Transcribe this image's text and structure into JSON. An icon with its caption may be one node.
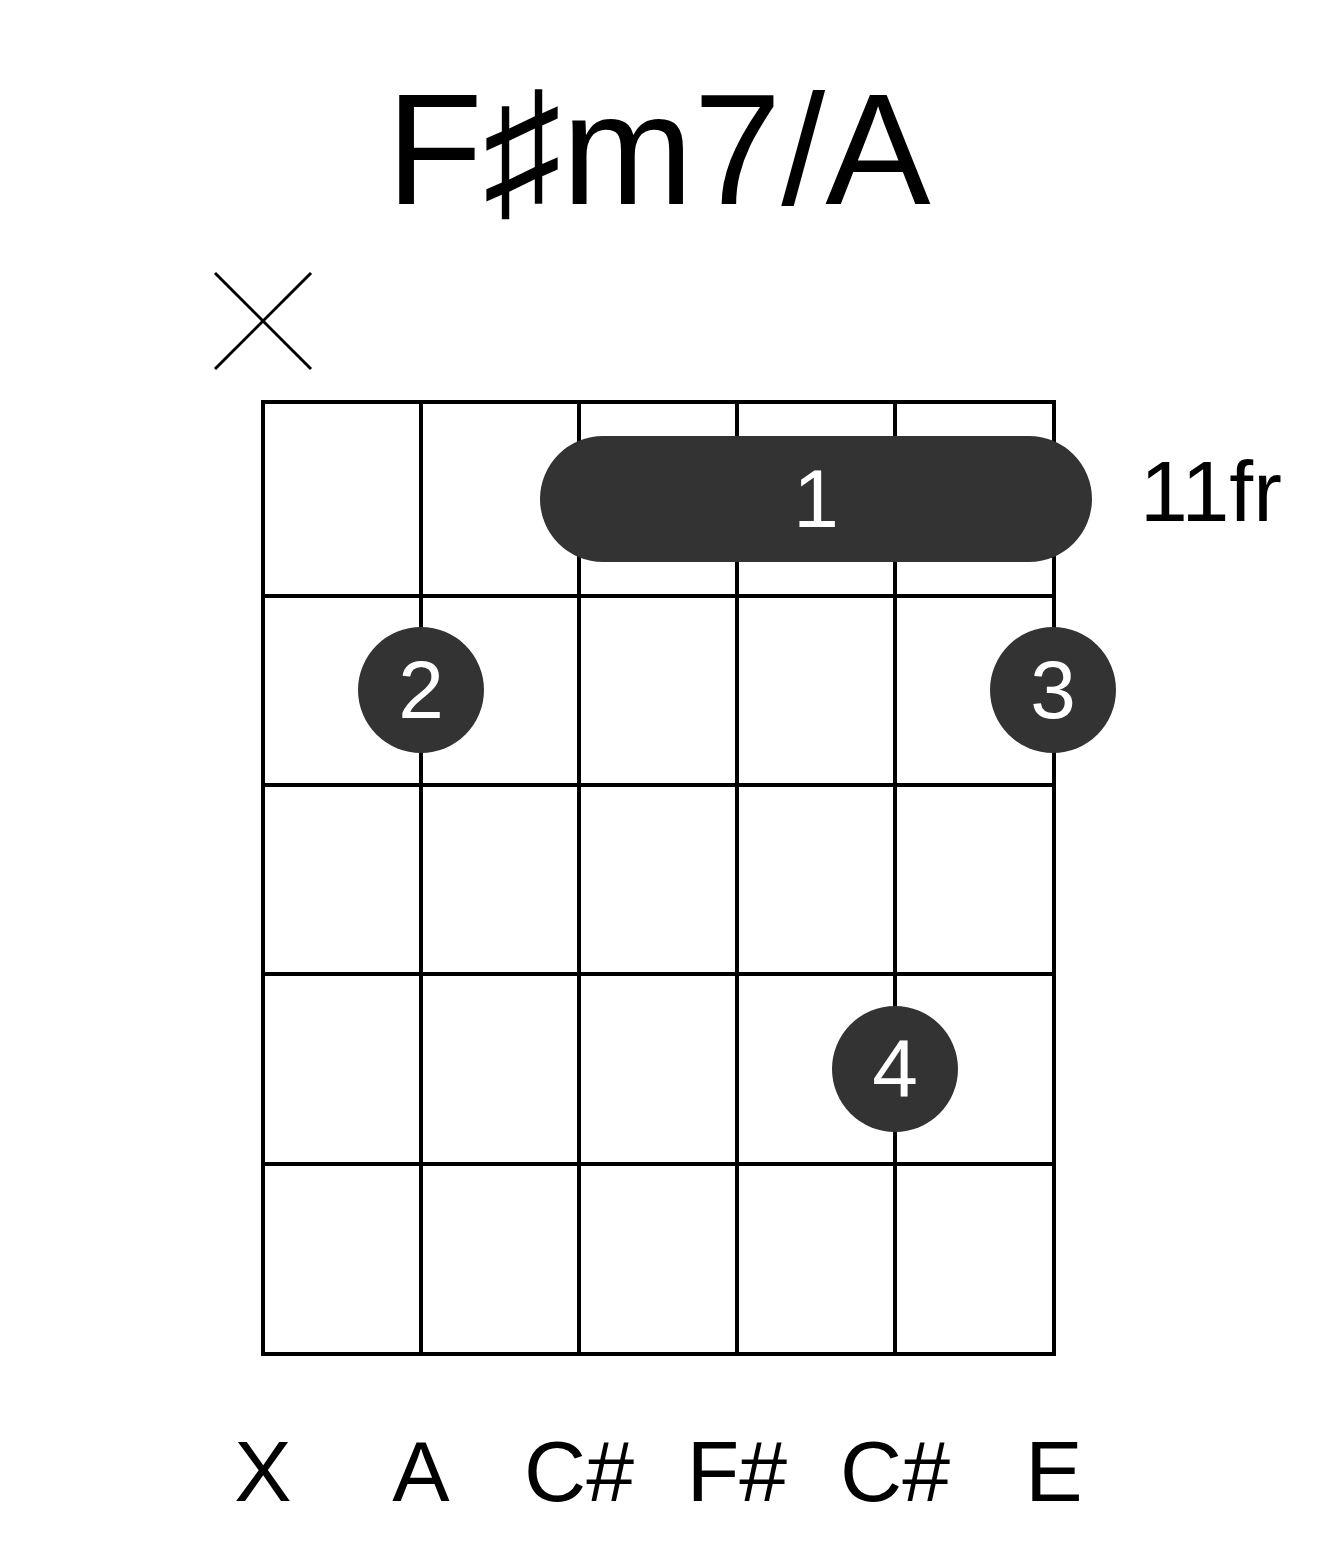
{
  "diagram": {
    "title": "F♯m7/A",
    "nodes": [
      {
        "text": [
          "1"
        ]
      },
      {
        "text": [
          "2"
        ]
      },
      {
        "text": [
          "3"
        ]
      },
      {
        "text": [
          "4"
        ]
      }
    ],
    "labels": [
      "11fr",
      "X",
      "A",
      "C#",
      "F#",
      "C#",
      "E"
    ]
  }
}
